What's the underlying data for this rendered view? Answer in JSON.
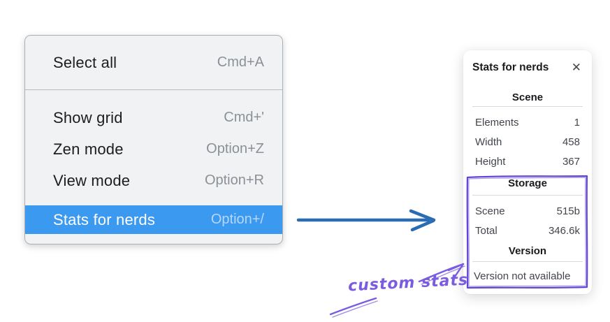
{
  "menu": {
    "items": [
      {
        "label": "Select all",
        "shortcut": "Cmd+A",
        "highlighted": false
      },
      {
        "label": "Show grid",
        "shortcut": "Cmd+'",
        "highlighted": false
      },
      {
        "label": "Zen mode",
        "shortcut": "Option+Z",
        "highlighted": false
      },
      {
        "label": "View mode",
        "shortcut": "Option+R",
        "highlighted": false
      },
      {
        "label": "Stats for nerds",
        "shortcut": "Option+/",
        "highlighted": true
      }
    ],
    "highlight_color": "#3b99f0"
  },
  "stats_panel": {
    "title": "Stats for nerds",
    "close_icon": "✕",
    "sections": [
      {
        "heading": "Scene",
        "rows": [
          {
            "label": "Elements",
            "value": "1"
          },
          {
            "label": "Width",
            "value": "458"
          },
          {
            "label": "Height",
            "value": "367"
          }
        ]
      },
      {
        "heading": "Storage",
        "rows": [
          {
            "label": "Scene",
            "value": "515b"
          },
          {
            "label": "Total",
            "value": "346.6k"
          }
        ]
      },
      {
        "heading": "Version",
        "note": "Version not available"
      }
    ]
  },
  "annotation": {
    "label": "custom stats",
    "text_color": "#7b5be0",
    "box_color": "#6345d4"
  },
  "pointer_arrow_color": "#2a6cb3"
}
